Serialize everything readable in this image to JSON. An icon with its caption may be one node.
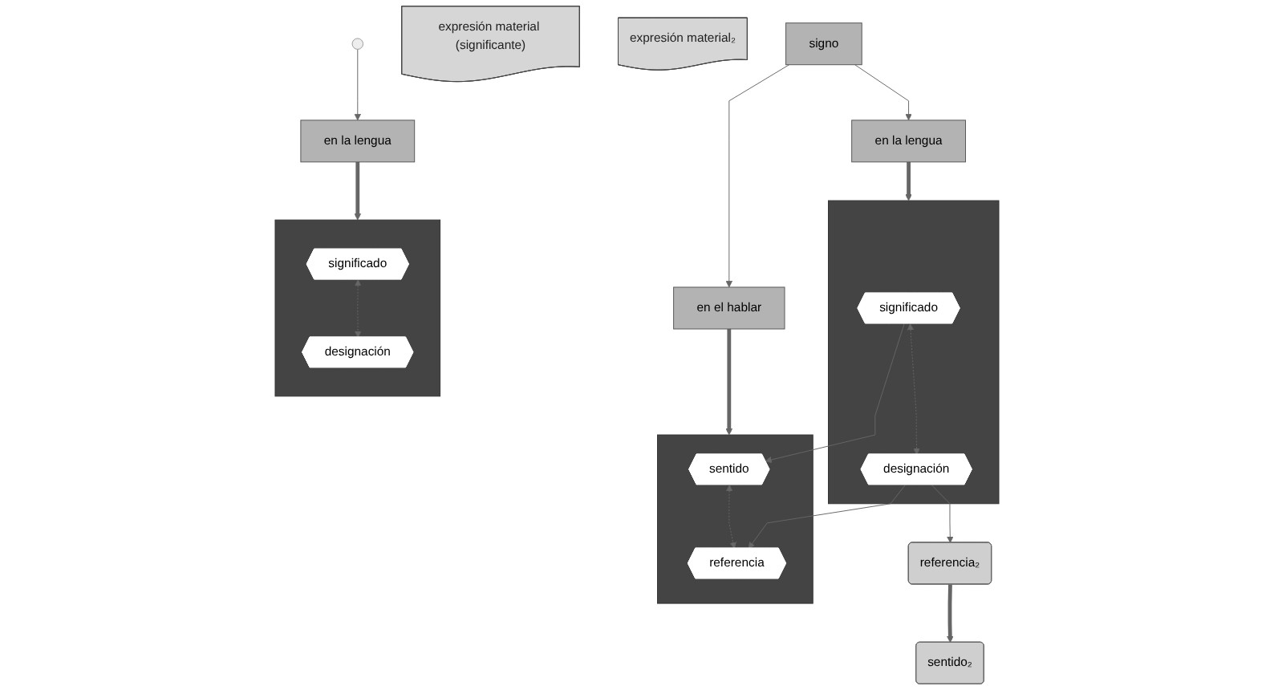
{
  "diagram": {
    "nodes": [
      {
        "text": [
          "signo"
        ]
      },
      {
        "text": [
          "en la lengua"
        ]
      },
      {
        "text": [
          "en el hablar"
        ]
      },
      {
        "text": [
          "en la lengua"
        ]
      },
      {
        "text": [],
        "shape": "box"
      },
      {
        "text": [
          "significado"
        ],
        "in": 4
      },
      {
        "text": [
          "designación"
        ],
        "in": 4
      },
      {
        "text": [],
        "shape": "box"
      },
      {
        "text": [
          "sentido"
        ],
        "in": 7
      },
      {
        "text": [
          "referencia"
        ],
        "in": 7
      },
      {
        "text": [
          "sentido₂"
        ]
      },
      {
        "text": [
          "referencia₂"
        ]
      },
      {
        "text": [],
        "shape": "box"
      },
      {
        "text": [
          "significado"
        ],
        "in": 12
      },
      {
        "text": [
          "designación"
        ],
        "in": 12
      },
      {
        "text": [
          "expresión material (significante)"
        ]
      },
      {
        "text": [
          "expresión material₂"
        ]
      }
    ],
    "edges": [
      {
        "from": 0,
        "to": 1,
        "arrow": "to"
      },
      {
        "from": 0,
        "to": 2,
        "arrow": "to"
      },
      {
        "from": null,
        "to": 3,
        "arrow": "to"
      },
      {
        "from": 1,
        "to": 4,
        "arrow": "to",
        "style": "thick"
      },
      {
        "from": 2,
        "to": 7,
        "arrow": "to",
        "style": "thick"
      },
      {
        "from": 3,
        "to": 12,
        "arrow": "to",
        "style": "thick"
      },
      {
        "from": 5,
        "to": 6,
        "arrow": "both",
        "style": "dashed"
      },
      {
        "from": 8,
        "to": 9,
        "arrow": "both",
        "style": "dashed"
      },
      {
        "from": 13,
        "to": 14,
        "arrow": "both",
        "style": "dashed"
      },
      {
        "from": 5,
        "to": 8,
        "arrow": "to"
      },
      {
        "from": 6,
        "to": 9,
        "arrow": "to"
      },
      {
        "from": 6,
        "to": 11,
        "arrow": "to"
      },
      {
        "from": 11,
        "to": 10,
        "arrow": "to",
        "style": "thick"
      }
    ]
  }
}
